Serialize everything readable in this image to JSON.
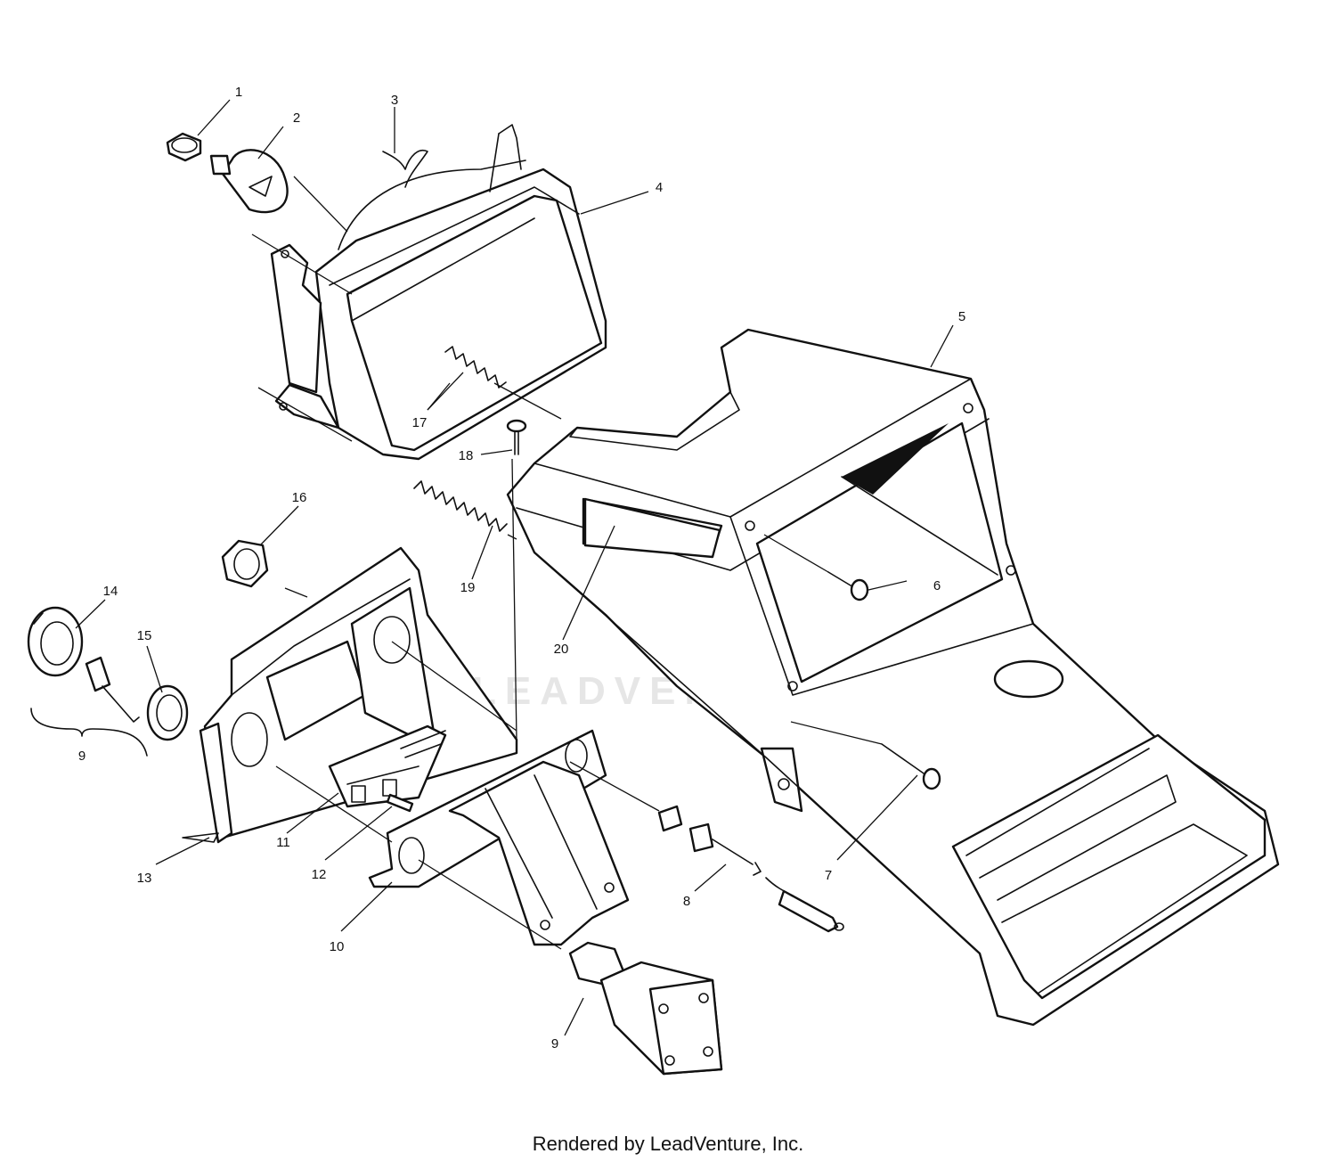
{
  "callouts": [
    {
      "id": "1",
      "label": "1"
    },
    {
      "id": "2",
      "label": "2"
    },
    {
      "id": "3",
      "label": "3"
    },
    {
      "id": "4",
      "label": "4"
    },
    {
      "id": "5",
      "label": "5"
    },
    {
      "id": "6",
      "label": "6"
    },
    {
      "id": "7",
      "label": "7"
    },
    {
      "id": "8",
      "label": "8"
    },
    {
      "id": "9a",
      "label": "9"
    },
    {
      "id": "9b",
      "label": "9"
    },
    {
      "id": "10",
      "label": "10"
    },
    {
      "id": "11",
      "label": "11"
    },
    {
      "id": "12",
      "label": "12"
    },
    {
      "id": "13",
      "label": "13"
    },
    {
      "id": "14",
      "label": "14"
    },
    {
      "id": "15",
      "label": "15"
    },
    {
      "id": "16",
      "label": "16"
    },
    {
      "id": "17",
      "label": "17"
    },
    {
      "id": "18",
      "label": "18"
    },
    {
      "id": "19",
      "label": "19"
    },
    {
      "id": "20",
      "label": "20"
    }
  ],
  "watermark": "LEADVENTURE",
  "footer": "Rendered by LeadVenture, Inc.",
  "colors": {
    "line": "#111111",
    "background": "#ffffff",
    "watermark": "#e6e6e6"
  }
}
